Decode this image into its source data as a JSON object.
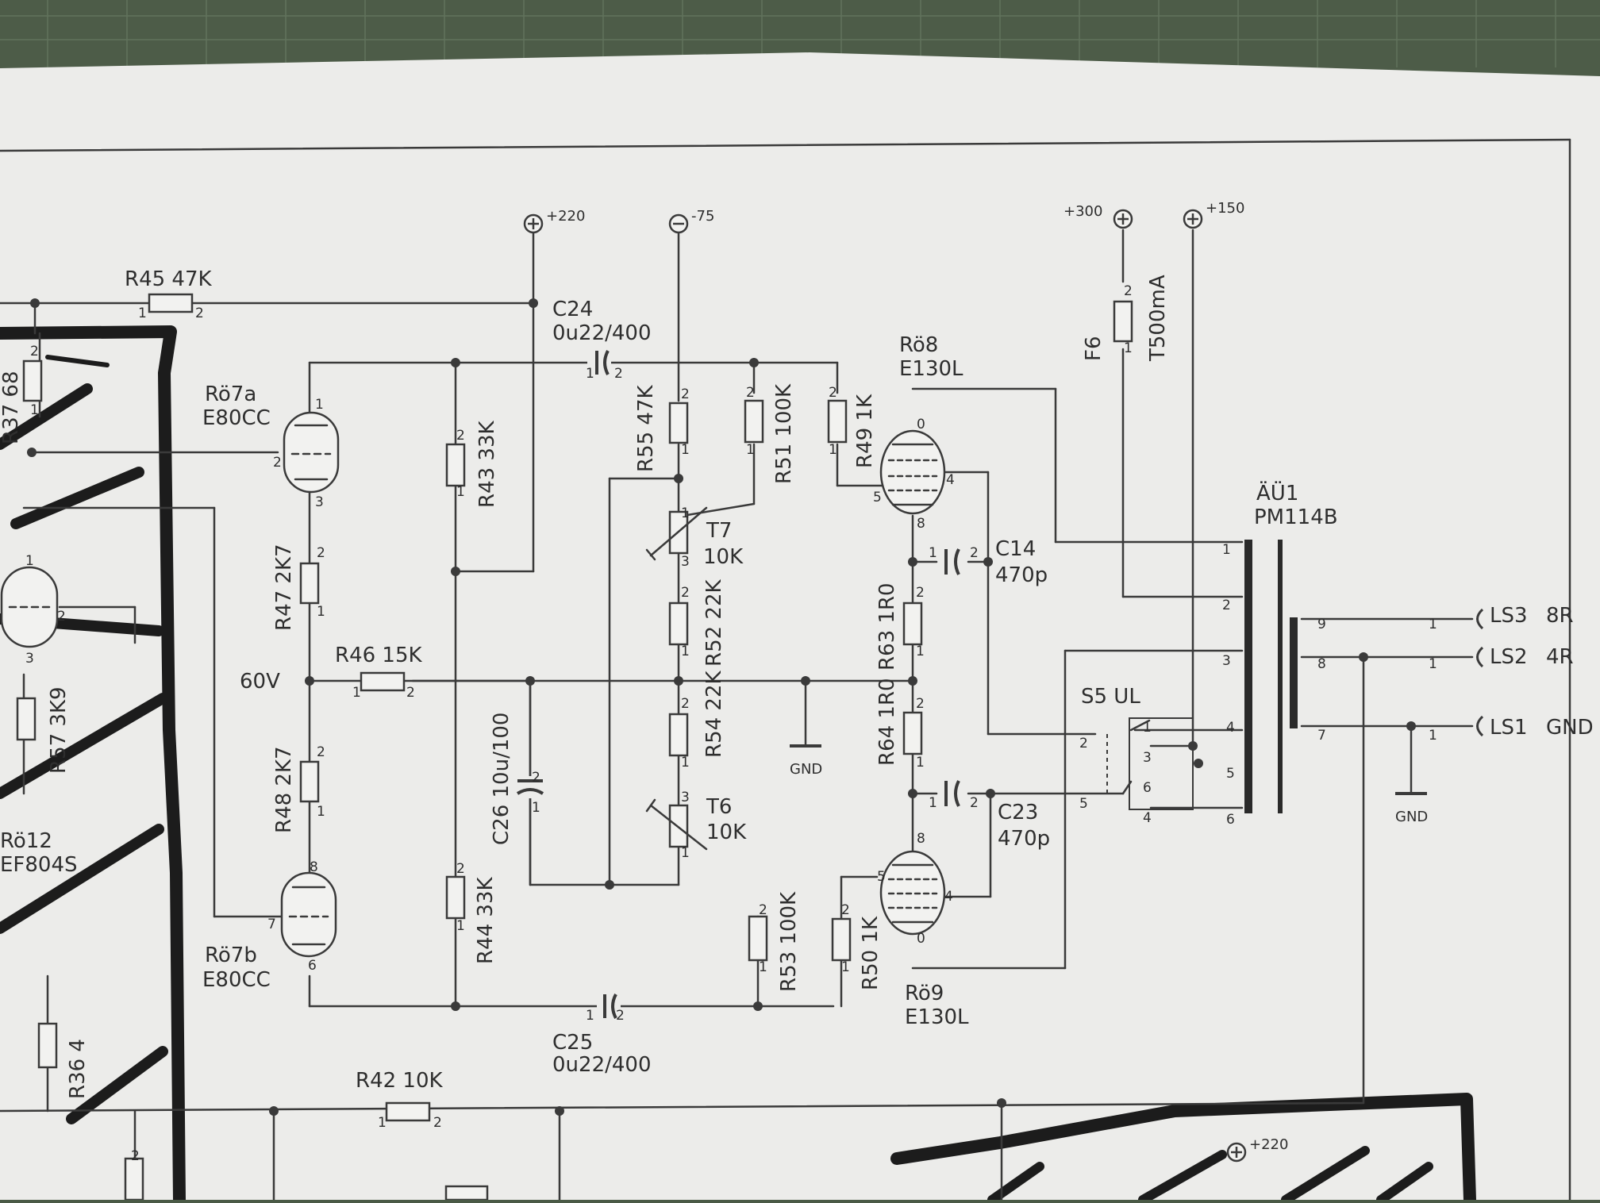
{
  "rails": {
    "p220": "+220",
    "m75": "-75",
    "p300": "+300",
    "p150": "+150",
    "p220_bottom": "+220"
  },
  "resistors": {
    "R45": "R45 47K",
    "R37": "R37 68",
    "R43": "R43 33K",
    "R55": "R55 47K",
    "R51": "R51 100K",
    "R49": "R49 1K",
    "R47": "R47 2K7",
    "R46": "R46 15K",
    "R48": "R48 2K7",
    "R52": "R52 22K",
    "R54": "R54 22K",
    "R44": "R44 33K",
    "R53": "R53 100K",
    "R50": "R50 1K",
    "R63": "R63 1R0",
    "R64": "R64 1R0",
    "R42": "R42 10K",
    "R57": "R57 3K9",
    "R36": "R36 4"
  },
  "capacitors": {
    "C24": "C24",
    "C24_value": "0u22/400",
    "C25": "C25",
    "C25_value": "0u22/400",
    "C26": "C26 10u/100",
    "C14": "C14",
    "C14_value": "470p",
    "C23": "C23",
    "C23_value": "470p"
  },
  "trimmers": {
    "T7": "T7",
    "T7_value": "10K",
    "T6": "T6",
    "T6_value": "10K"
  },
  "tubes": {
    "Ro7a": "Rö7a",
    "Ro7a_type": "E80CC",
    "Ro7b": "Rö7b",
    "Ro7b_type": "E80CC",
    "Ro8": "Rö8",
    "Ro8_type": "E130L",
    "Ro9": "Rö9",
    "Ro9_type": "E130L",
    "Ro12": "Rö12",
    "Ro12_type": "EF804S"
  },
  "fuse": {
    "name": "F6",
    "value": "T500mA"
  },
  "transformer": {
    "name": "ÄÜ1",
    "type": "PM114B"
  },
  "switch": {
    "label": "S5 UL"
  },
  "node_label_60v": "60V",
  "gnd_labels": [
    "GND",
    "GND"
  ],
  "speaker_outputs": [
    {
      "name": "LS3",
      "value": "8R"
    },
    {
      "name": "LS2",
      "value": "4R"
    },
    {
      "name": "LS1",
      "value": "GND"
    }
  ]
}
